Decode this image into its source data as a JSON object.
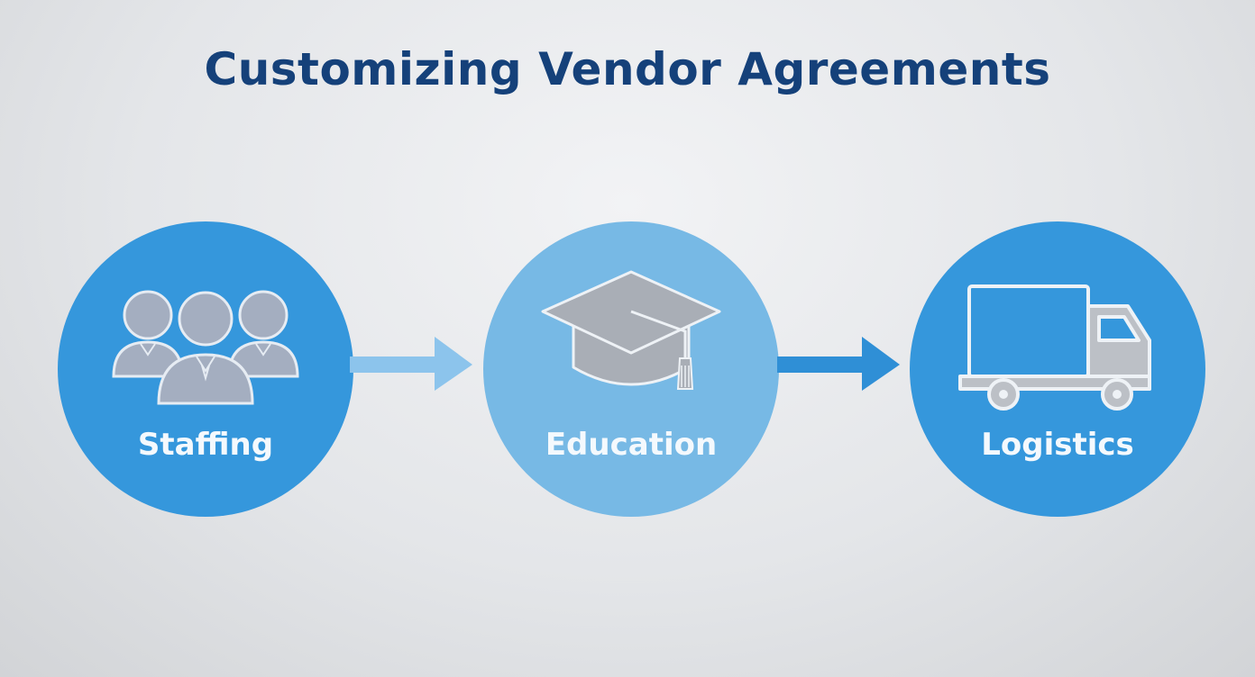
{
  "title": "Customizing Vendor Agreements",
  "nodes": [
    {
      "label": "Staffing",
      "icon": "people-group-icon",
      "color": "#3597dc"
    },
    {
      "label": "Education",
      "icon": "graduation-cap-icon",
      "color": "#77b9e5"
    },
    {
      "label": "Logistics",
      "icon": "delivery-truck-icon",
      "color": "#3597dc"
    }
  ],
  "colors": {
    "title": "#15417a",
    "arrow_light": "#8cc4ec",
    "arrow_dark": "#2f8fd6",
    "icon_fill": "#a9b3c2",
    "icon_stroke": "#e8edf3"
  }
}
